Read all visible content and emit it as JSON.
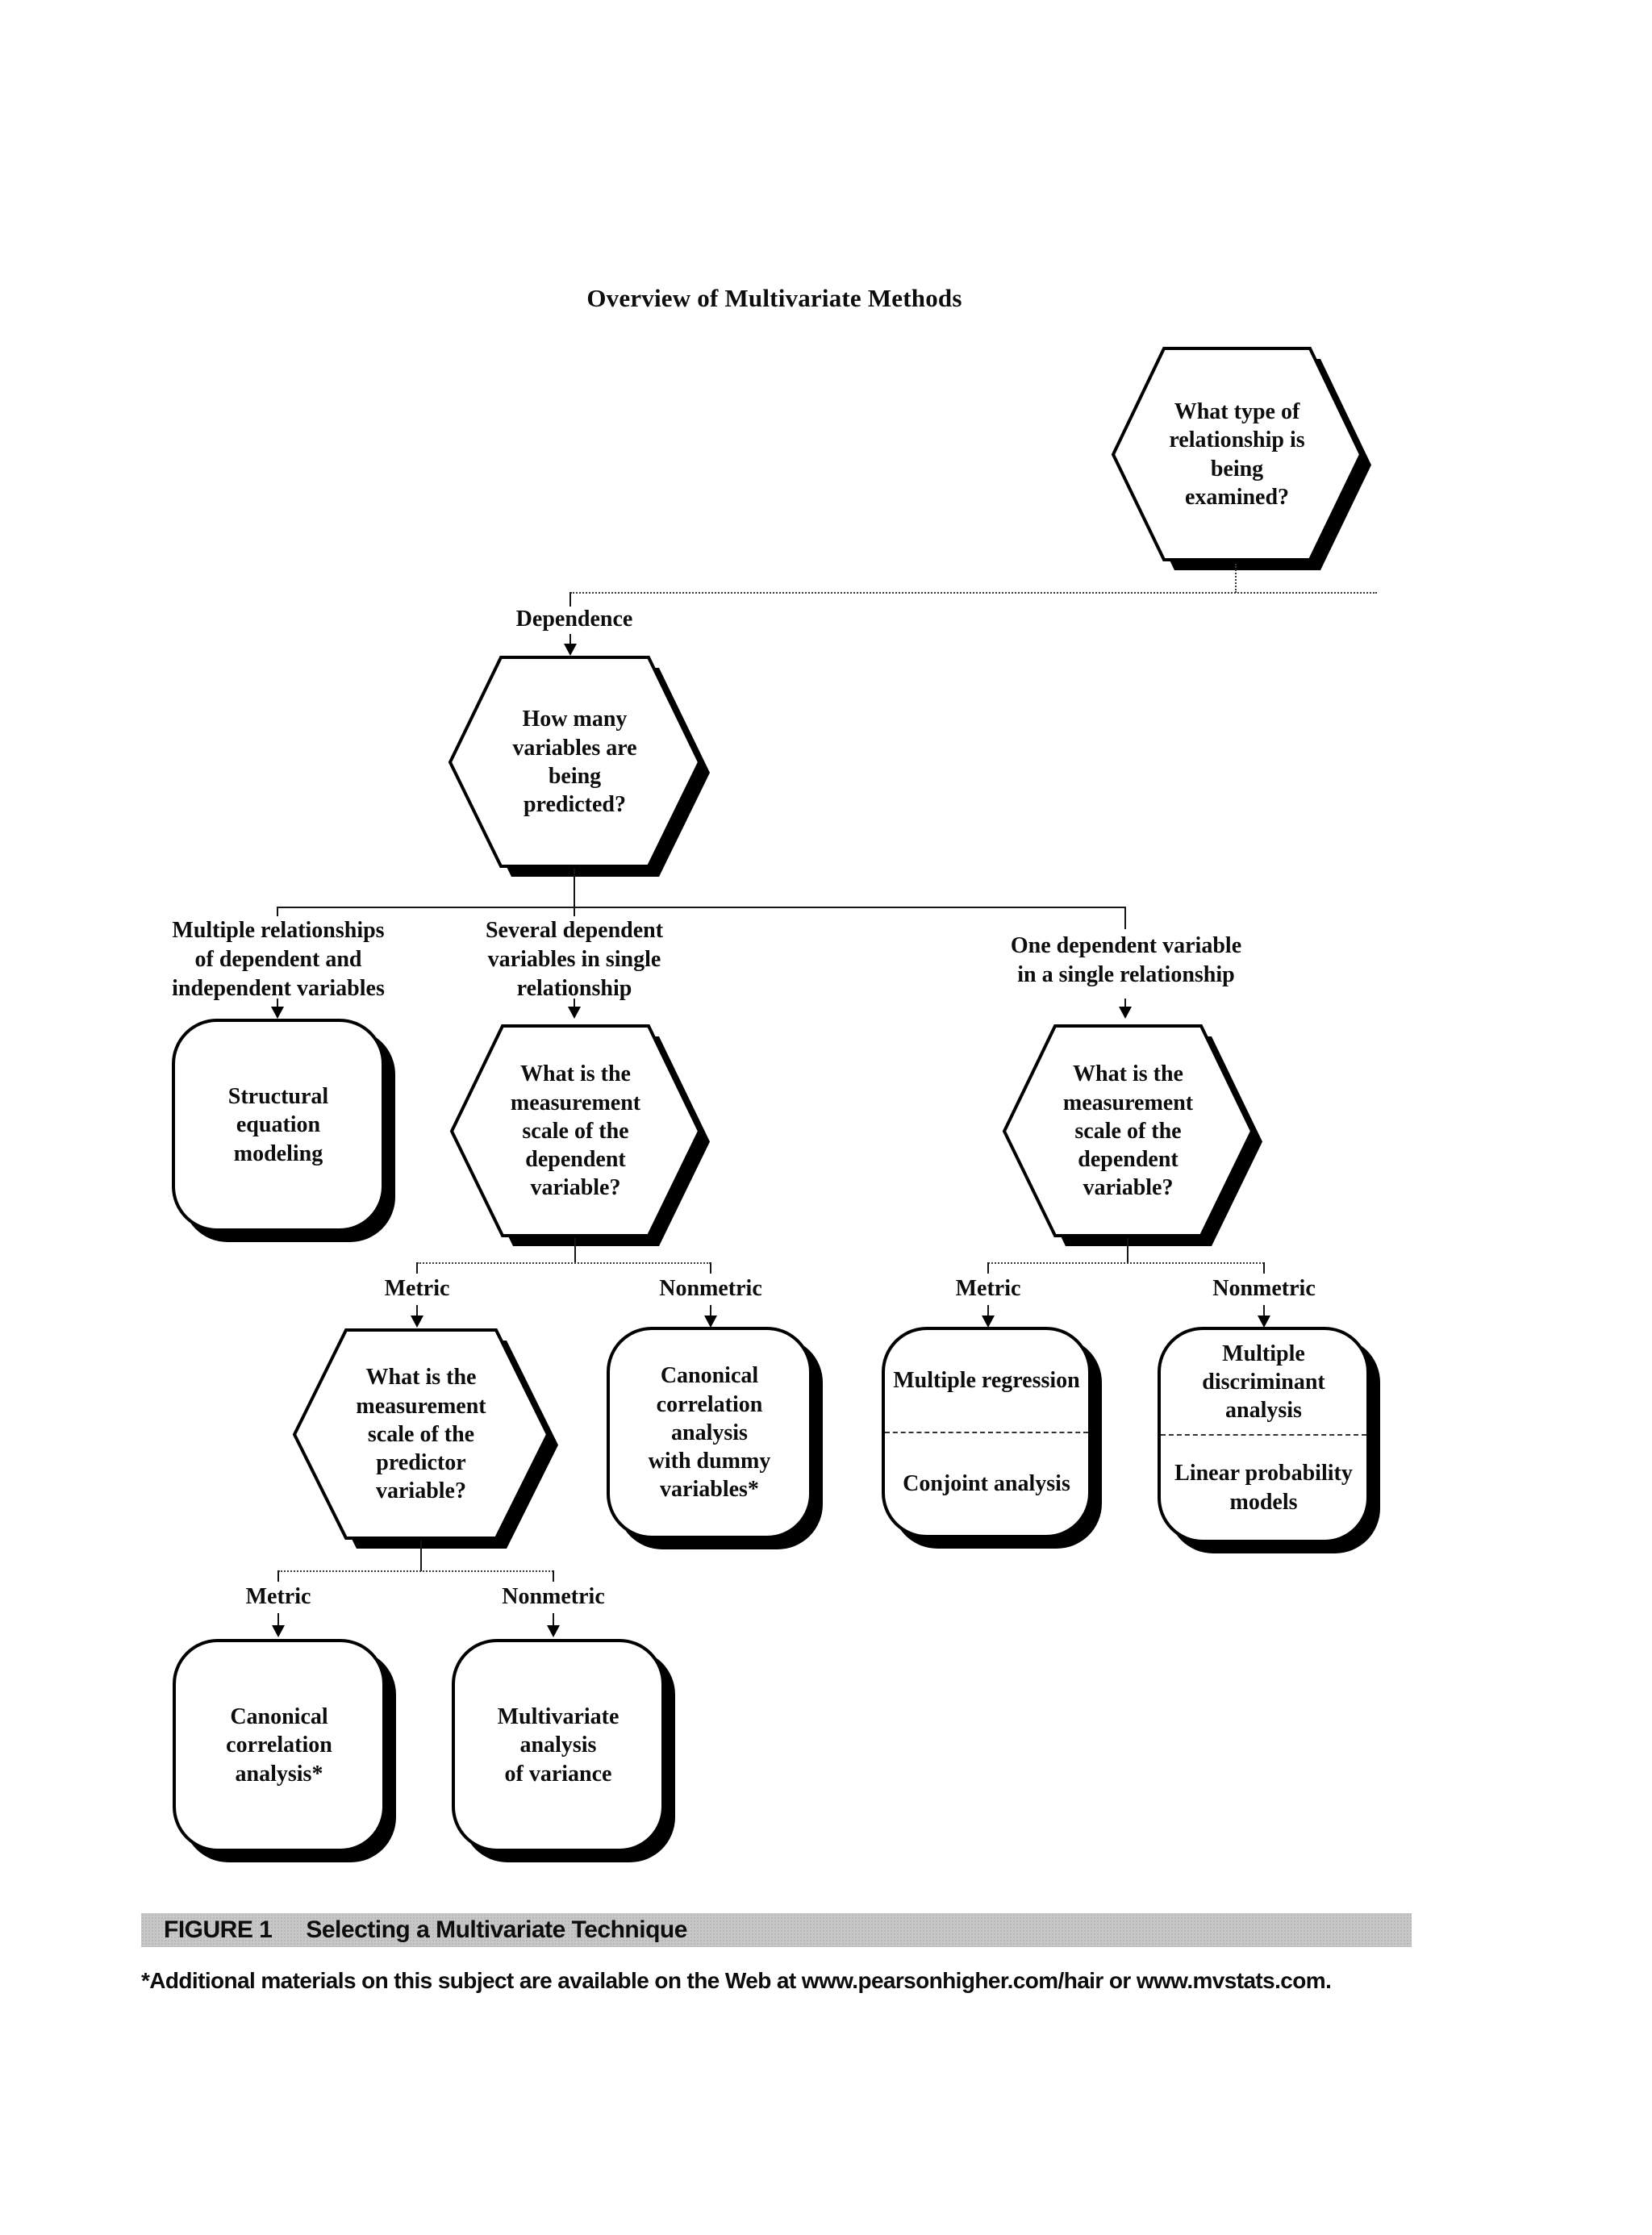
{
  "title": "Overview of Multivariate Methods",
  "branches": {
    "dependence": "Dependence",
    "multiple_relationships": "Multiple relationships\nof dependent and\nindependent variables",
    "several_dependent": "Several dependent\nvariables in single\nrelationship",
    "one_dependent": "One dependent variable\nin a single relationship",
    "metric": "Metric",
    "nonmetric": "Nonmetric"
  },
  "nodes": {
    "what_type_relationship": "What type of\nrelationship is\nbeing\nexamined?",
    "how_many_variables": "How many\nvariables are\nbeing\npredicted?",
    "structural_equation_modeling": "Structural\nequation\nmodeling",
    "scale_dependent": "What is the\nmeasurement\nscale of the\ndependent\nvariable?",
    "scale_predictor": "What is the\nmeasurement\nscale of the\npredictor\nvariable?",
    "canonical_dummy": "Canonical\ncorrelation\nanalysis\nwith dummy\nvariables*",
    "multiple_regression": "Multiple regression",
    "conjoint_analysis": "Conjoint analysis",
    "multiple_discriminant": "Multiple\ndiscriminant\nanalysis",
    "linear_probability": "Linear probability\nmodels",
    "canonical_correlation": "Canonical\ncorrelation\nanalysis*",
    "manova": "Multivariate\nanalysis\nof variance"
  },
  "caption": {
    "label": "FIGURE 1",
    "text": "Selecting a Multivariate Technique"
  },
  "footnote": "*Additional materials on this subject are available on the Web at www.pearsonhigher.com/hair or www.mvstats.com.",
  "colors": {
    "line": "#161616",
    "shadow": "#000000",
    "caption_bar": "#c7c7c7"
  }
}
